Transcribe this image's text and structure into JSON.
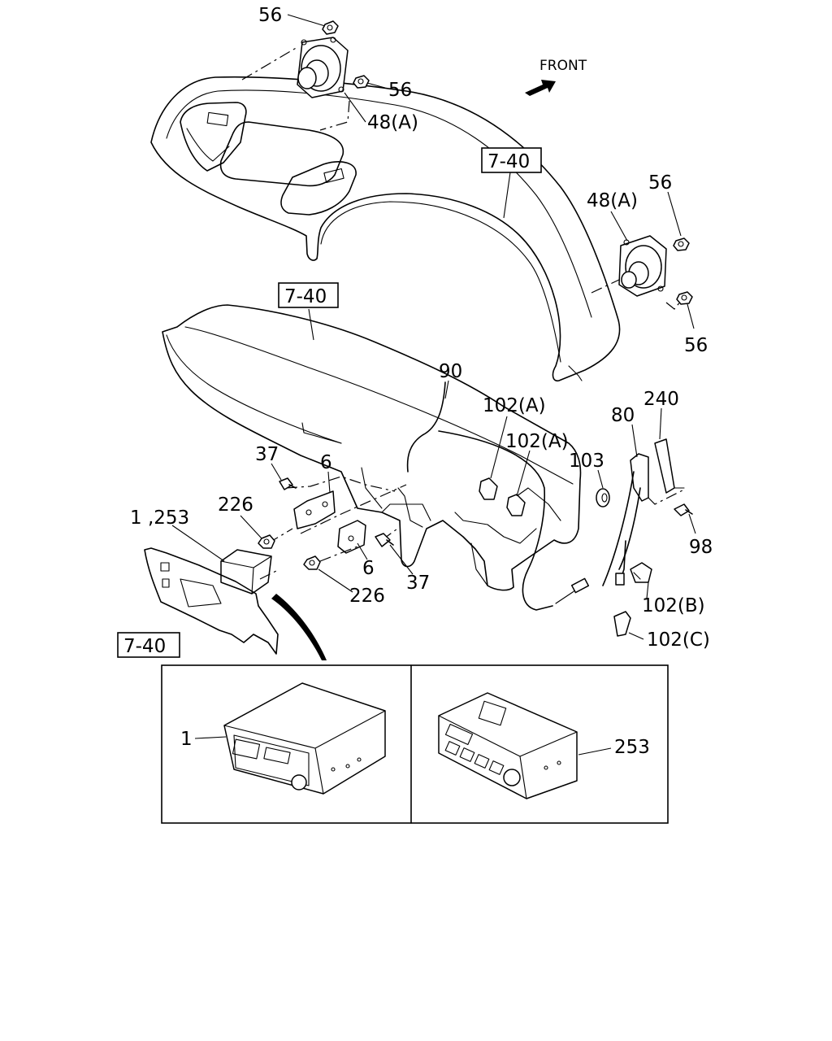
{
  "direction": {
    "label": "FRONT"
  },
  "callouts": {
    "nut_top": "56",
    "nut_top_right": "56",
    "speaker_left": "48(A)",
    "ref_panel_upper": "7-40",
    "speaker_right": "48(A)",
    "nut_right_upper": "56",
    "nut_right_lower": "56",
    "ref_panel_lower": "7-40",
    "wire": "90",
    "clip_a1": "102(A)",
    "clip_a2": "102(A)",
    "antenna_rod": "80",
    "bracket_240": "240",
    "grommet": "103",
    "bolt_37_upper": "37",
    "bracket_6_upper": "6",
    "nut_226_upper": "226",
    "radio_combo": "1 ,253",
    "bracket_6_lower": "6",
    "bolt_37_lower": "37",
    "nut_226_lower": "226",
    "screw_98": "98",
    "clip_b": "102(B)",
    "clip_c": "102(C)",
    "ref_panel_side": "7-40",
    "radio_1": "1",
    "radio_253": "253"
  }
}
